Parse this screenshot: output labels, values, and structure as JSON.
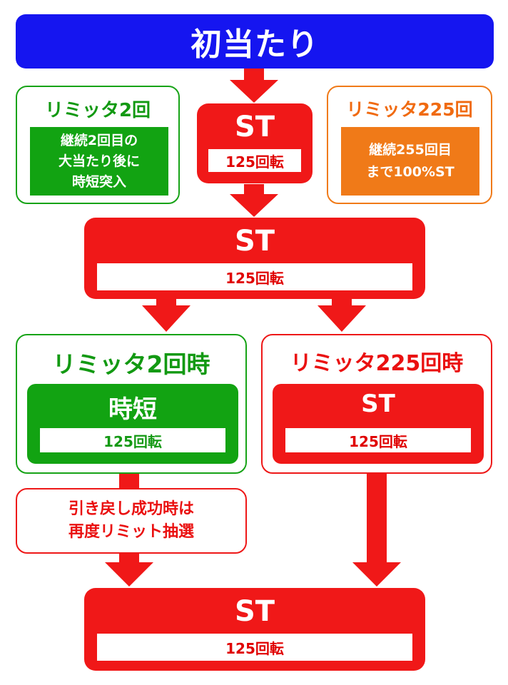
{
  "header": {
    "title": "初当たり"
  },
  "st_top": {
    "title": "ST",
    "spins": "125回転"
  },
  "limit2_note": {
    "title": "リミッタ2回",
    "body": [
      "継続2回目の",
      "大当たり後に",
      "時短突入"
    ]
  },
  "limit225_note": {
    "title": "リミッタ225回",
    "body": [
      "継続255回目",
      "まで100%ST"
    ]
  },
  "st_main": {
    "title": "ST",
    "spins": "125回転"
  },
  "limit2_branch": {
    "title": "リミッタ2回時",
    "mode": "時短",
    "spins": "125回転"
  },
  "limit225_branch": {
    "title": "リミッタ225回時",
    "mode": "ST",
    "spins": "125回転"
  },
  "comeback_note": {
    "lines": [
      "引き戻し成功時は",
      "再度リミット抽選"
    ]
  },
  "st_bottom": {
    "title": "ST",
    "spins": "125回転"
  },
  "colors": {
    "blue": "#1515f0",
    "red": "#f01818",
    "green": "#12a312",
    "orange": "#f07a18",
    "white": "#ffffff"
  }
}
